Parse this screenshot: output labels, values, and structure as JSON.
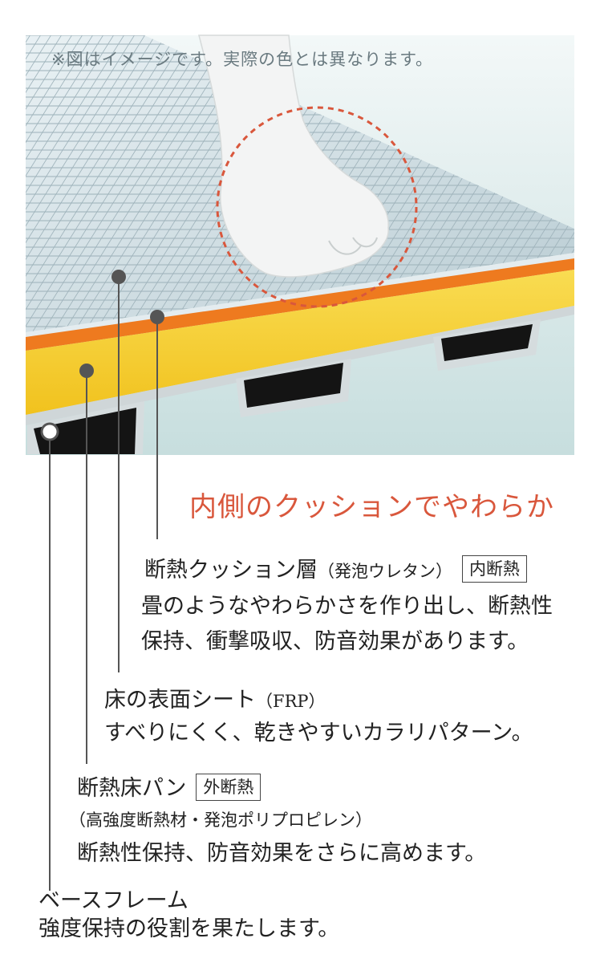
{
  "caption": "※図はイメージです。実際の色とは異なります。",
  "headline": "内側のクッションでやわらか",
  "items": [
    {
      "title": "断熱クッション層",
      "sub": "（発泡ウレタン）",
      "tag": "内断熱",
      "lines": [
        "畳のようなやわらかさを作り出し、断熱性",
        "保持、衝撃吸収、防音効果があります。"
      ]
    },
    {
      "title": "床の表面シート",
      "sub": "（FRP）",
      "lines": [
        "すべりにくく、乾きやすいカラリパターン。"
      ]
    },
    {
      "title": "断熱床パン",
      "tag": "外断熱",
      "note": "（高強度断熱材・発泡ポリプロピレン）",
      "lines": [
        "断熱性保持、防音効果をさらに高めます。"
      ]
    },
    {
      "title": "ベースフレーム",
      "lines": [
        "強度保持の役割を果たします。"
      ]
    }
  ],
  "colors": {
    "headline": "#d9573c",
    "cushion_orange": "#ee7a1f",
    "cushion_yellow": "#f6cf3a",
    "dashed_circle": "#d9573c",
    "marker": "#555555"
  }
}
